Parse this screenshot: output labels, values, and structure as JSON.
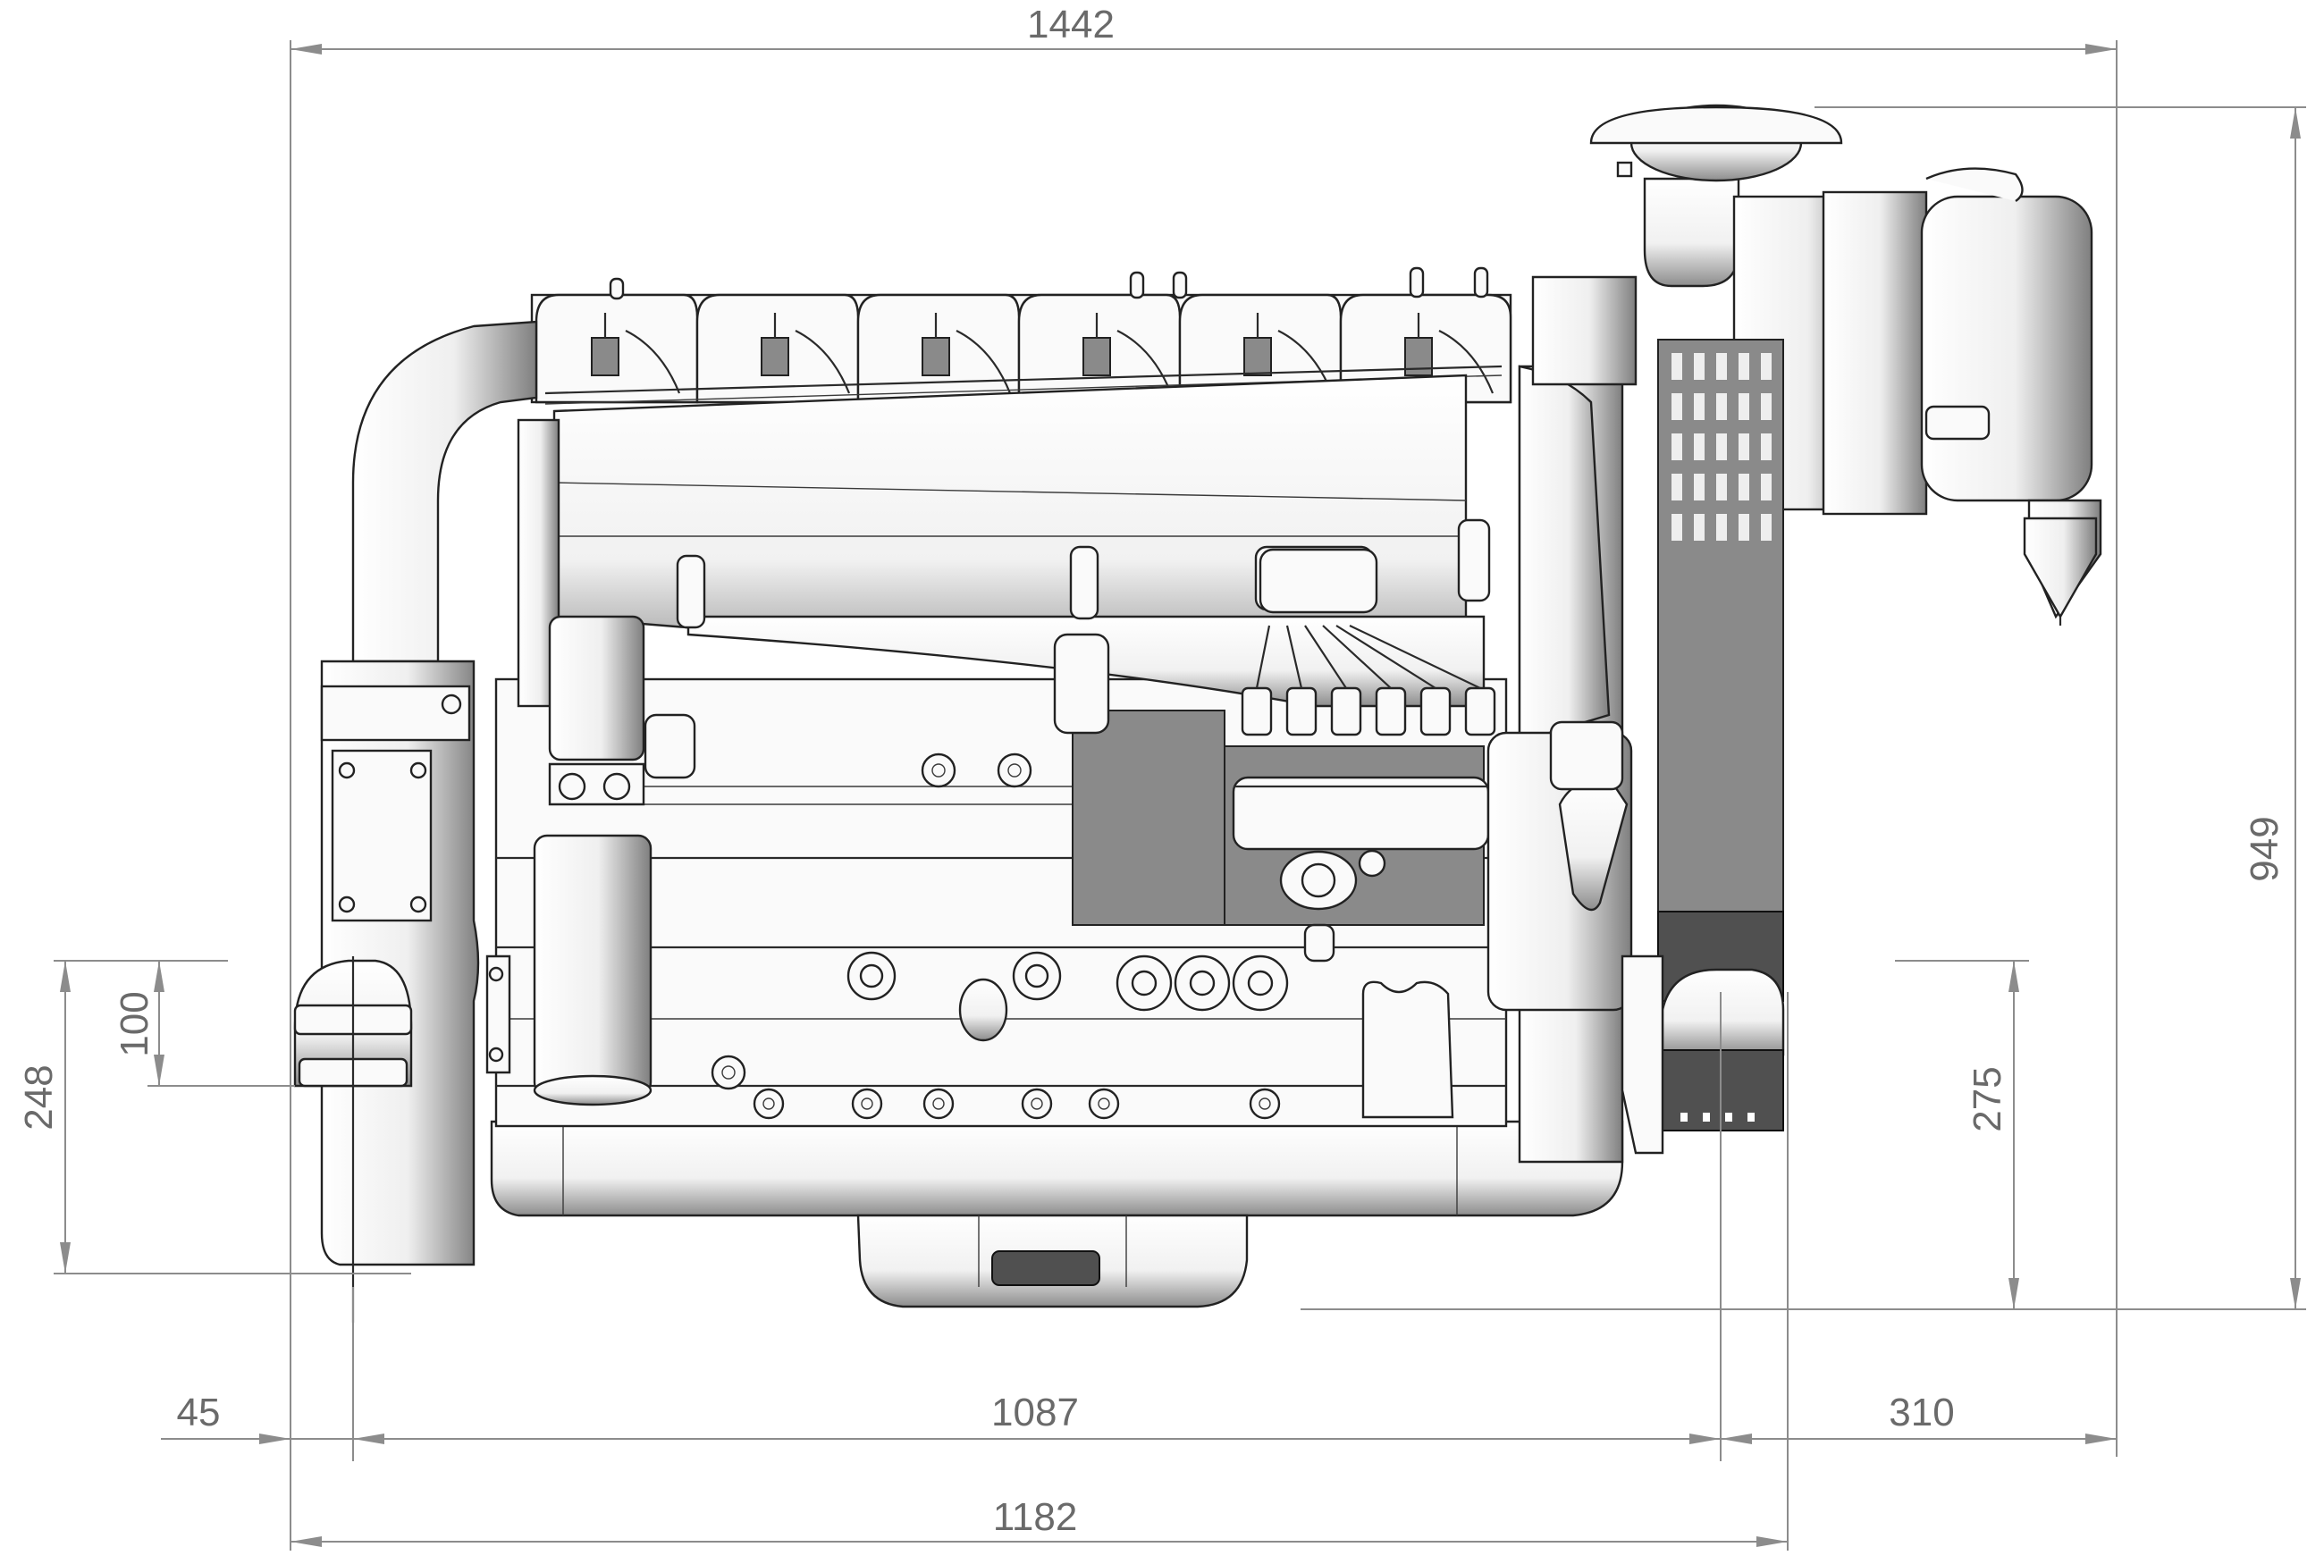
{
  "dimensions": {
    "overall_length": "1442",
    "overall_height": "949",
    "left_offset": "45",
    "center_length": "1087",
    "right_offset": "310",
    "base_length": "1182",
    "mount_height_left": "248",
    "mount_height_left_small": "100",
    "mount_height_right": "275"
  }
}
